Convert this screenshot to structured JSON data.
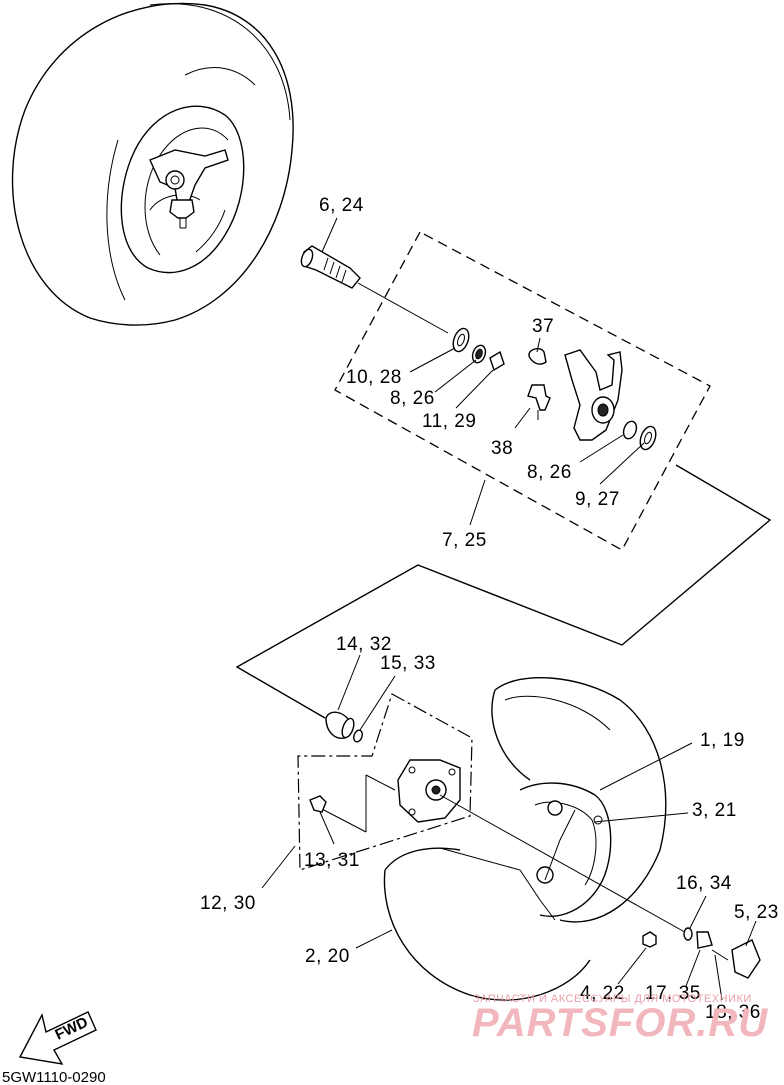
{
  "labels": {
    "l_6_24": "6, 24",
    "l_37": "37",
    "l_10_28": "10, 28",
    "l_8_26_a": "8, 26",
    "l_11_29": "11, 29",
    "l_38": "38",
    "l_8_26_b": "8, 26",
    "l_9_27": "9, 27",
    "l_7_25": "7, 25",
    "l_14_32": "14, 32",
    "l_15_33": "15, 33",
    "l_1_19": "1, 19",
    "l_3_21": "3, 21",
    "l_13_31": "13, 31",
    "l_12_30": "12, 30",
    "l_16_34": "16, 34",
    "l_5_23": "5, 23",
    "l_2_20": "2, 20",
    "l_4_22": "4, 22",
    "l_17_35": "17, 35",
    "l_18_36": "18, 36"
  },
  "fwd_label": "FWD",
  "diagram_code": "5GW1110-0290",
  "watermark": {
    "caption": "ЗАПЧАСТИ И АКСЕССУАРЫ ДЛЯ МОТОТЕХНИКИ",
    "brand": "PARTSFOR.RU"
  }
}
